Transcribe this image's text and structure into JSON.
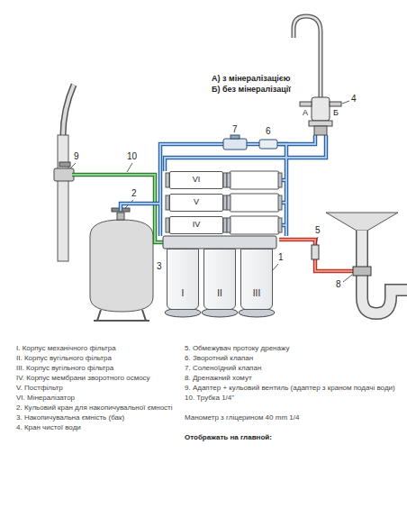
{
  "diagram": {
    "nodes": [
      {
        "text": [
          "VI"
        ]
      },
      {
        "text": [
          "V"
        ]
      },
      {
        "text": [
          "IV"
        ]
      },
      {
        "text": [
          "I"
        ]
      },
      {
        "text": [
          "II"
        ]
      },
      {
        "text": [
          "III"
        ]
      }
    ],
    "labels": [
      "А) з мінералізацією",
      "Б) без мінералізації",
      "А",
      "Б",
      "4",
      "7",
      "6",
      "9",
      "10",
      "2",
      "3",
      "1",
      "5",
      "8",
      "I. Корпус механічного фільтра",
      "II. Корпус вугільного фільтра",
      "III. Корпус вугільного фільтра",
      "IV. Корпус мембрани зворотного осмосу",
      "V. Постфільтр",
      "VI. Мінералізатор",
      "2. Кульовий кран для накопичувальної ємності",
      "3. Накопичувальна ємність (бак)",
      "4. Кран чистої води",
      "5. Обмежувач протоку дренажу",
      "6. Зворотний клапан",
      "7. Соленоїдний клапан",
      "8. Дренажний хомут",
      "9. Адаптер + кульовий вентиль (адаптер з краном подачі води)",
      "10. Трубка 1/4\"",
      "Манометр з гліцерином 40 mm 1/4",
      "Отображать на главной:"
    ]
  }
}
